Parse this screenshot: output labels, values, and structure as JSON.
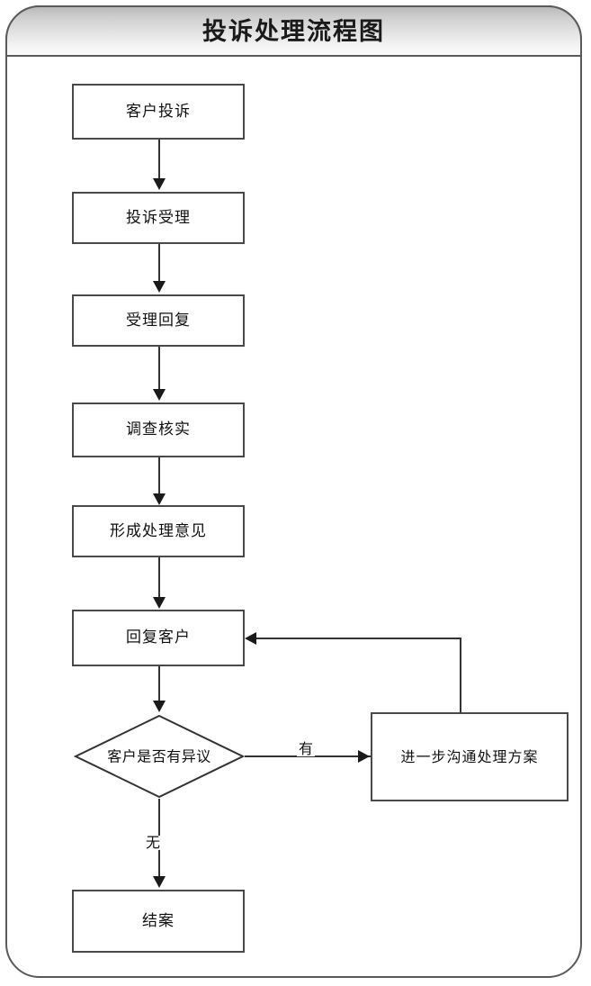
{
  "diagram": {
    "title": "投诉处理流程图",
    "nodes": [
      {
        "id": "complaint",
        "label": "客户投诉",
        "shape": "process"
      },
      {
        "id": "acceptance",
        "label": "投诉受理",
        "shape": "process"
      },
      {
        "id": "reply",
        "label": "受理回复",
        "shape": "process"
      },
      {
        "id": "investigate",
        "label": "调查核实",
        "shape": "process"
      },
      {
        "id": "opinion",
        "label": "形成处理意见",
        "shape": "process"
      },
      {
        "id": "reply-customer",
        "label": "回复客户",
        "shape": "process"
      },
      {
        "id": "objection",
        "label": "客户是否有异议",
        "shape": "decision"
      },
      {
        "id": "further",
        "label": "进一步沟通处理方案",
        "shape": "process"
      },
      {
        "id": "close",
        "label": "结案",
        "shape": "process"
      }
    ],
    "edge_labels": {
      "yes": "有",
      "no": "无"
    },
    "colors": {
      "node_border": "#4a4a4a",
      "frame_border": "#5a5a5a",
      "connector": "#333333",
      "title_band_top": "#b9b9b9",
      "title_band_bottom": "#fbfbfb",
      "background": "#ffffff",
      "text": "#111111"
    }
  }
}
